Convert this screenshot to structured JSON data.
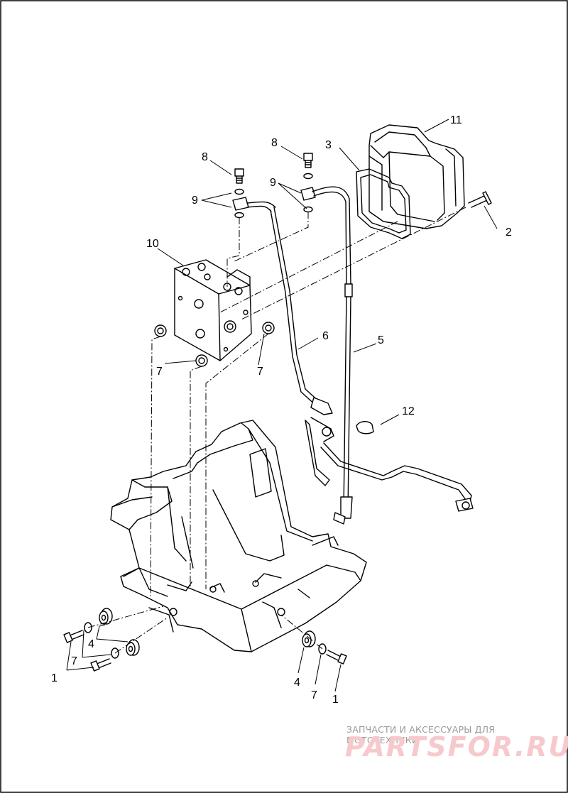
{
  "callouts": {
    "c1a": "1",
    "c1b": "1",
    "c2": "2",
    "c3": "3",
    "c4a": "4",
    "c4b": "4",
    "c5": "5",
    "c6": "6",
    "c7a": "7",
    "c7b": "7",
    "c7c": "7",
    "c7d": "7",
    "c8a": "8",
    "c8b": "8",
    "c9a": "9",
    "c9b": "9",
    "c10": "10",
    "c11": "11",
    "c12": "12"
  },
  "watermark": {
    "tagline": "ЗАПЧАСТИ И АКСЕССУАРЫ ДЛЯ МОТОТЕХНИКИ",
    "logo": "PARTSFOR.RU"
  }
}
